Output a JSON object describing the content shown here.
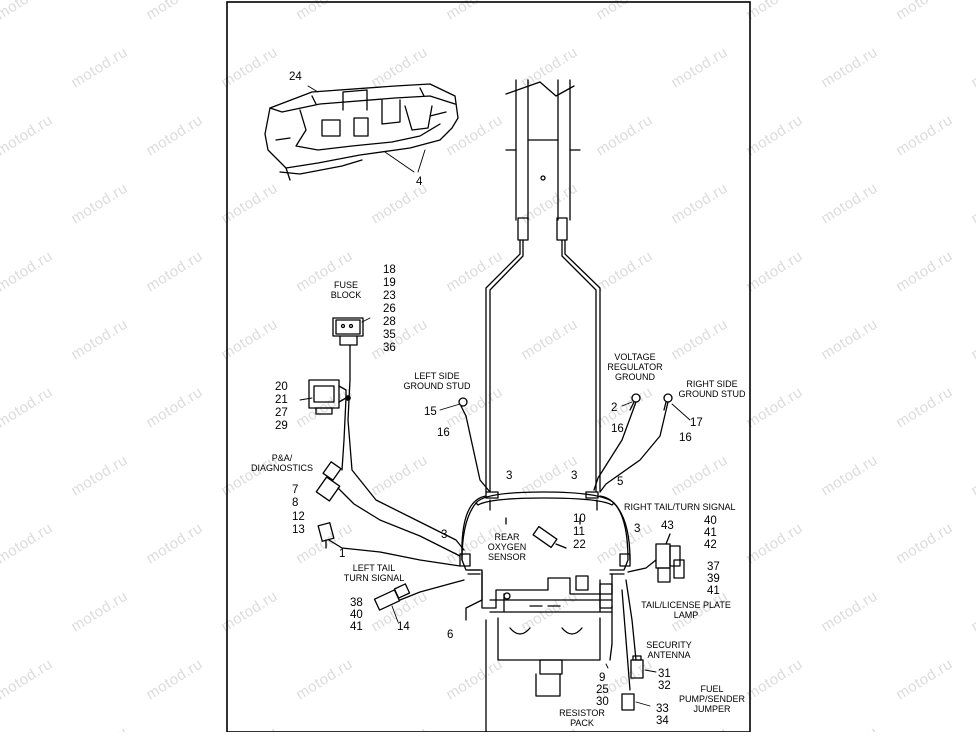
{
  "watermark": "motod.ru",
  "labels": {
    "fuse_block": [
      "FUSE",
      "BLOCK"
    ],
    "left_side_ground_stud": [
      "LEFT SIDE",
      "GROUND STUD"
    ],
    "voltage_regulator_ground": [
      "VOLTAGE",
      "REGULATOR",
      "GROUND"
    ],
    "right_side_ground_stud": [
      "RIGHT SIDE",
      "GROUND STUD"
    ],
    "pa_diagnostics": [
      "P&A/",
      "DIAGNOSTICS"
    ],
    "rear_oxygen_sensor": [
      "REAR",
      "OXYGEN",
      "SENSOR"
    ],
    "right_tail_turn_signal": [
      "RIGHT  TAIL/TURN SIGNAL"
    ],
    "left_tail_turn_signal": [
      "LEFT  TAIL",
      "TURN SIGNAL"
    ],
    "tail_license_plate_lamp": [
      "TAIL/LICENSE PLATE",
      "LAMP"
    ],
    "security_antenna": [
      "SECURITY",
      "ANTENNA"
    ],
    "fuel_pump_sender_jumper": [
      "FUEL",
      "PUMP/SENDER",
      "JUMPER"
    ],
    "resistor_pack": [
      "RESISTOR",
      "PACK"
    ]
  },
  "callouts": {
    "tray": "24",
    "tray_clips": "4",
    "fuse_block": [
      "18",
      "19",
      "23",
      "26",
      "28",
      "35",
      "36"
    ],
    "connector": [
      "20",
      "21",
      "27",
      "29"
    ],
    "left_ground_a": "15",
    "left_ground_b": "16",
    "vreg_ground_a": "2",
    "vreg_ground_b": "16",
    "right_ground_a": "17",
    "right_ground_b": "16",
    "pa_diag": [
      "7",
      "8",
      "12",
      "13"
    ],
    "pa_diag_plug": "1",
    "clip_left_top": "3",
    "clip_right_top": "3",
    "clip_left_mid": "3",
    "clip_right_mid": "3",
    "right_fender_clip": "5",
    "oxygen_sensor": [
      "10",
      "11",
      "22"
    ],
    "right_turn_43": "43",
    "right_turn_a": [
      "40",
      "41",
      "42"
    ],
    "right_turn_b": [
      "37",
      "39",
      "41"
    ],
    "left_turn": [
      "38",
      "40",
      "41"
    ],
    "left_turn_plug": "14",
    "fender_edge": "6",
    "resistor": [
      "9",
      "25",
      "30"
    ],
    "security_antenna": [
      "31",
      "32"
    ],
    "fuel_jumper": [
      "33",
      "34"
    ]
  }
}
